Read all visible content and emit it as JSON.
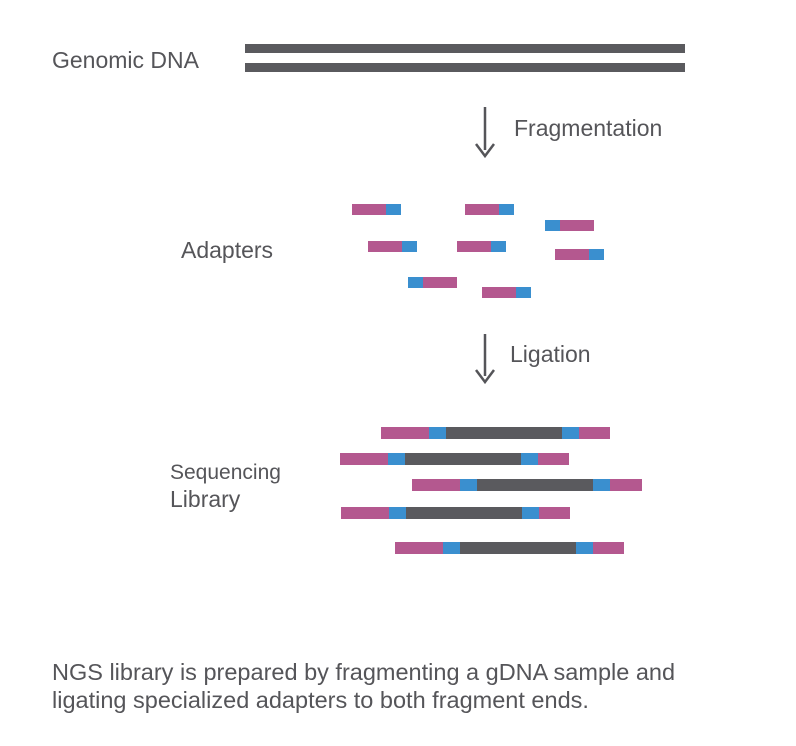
{
  "labels": {
    "genomic_dna": "Genomic DNA",
    "fragmentation": "Fragmentation",
    "adapters": "Adapters",
    "ligation": "Ligation",
    "sequencing_line1": "Sequencing",
    "sequencing_line2": "Library"
  },
  "caption": {
    "line1": "NGS library is prepared by fragmenting a gDNA sample and",
    "line2": "ligating specialized adapters to both fragment ends."
  },
  "colors": {
    "dna": "#5a5a5e",
    "adapter_magenta": "#b4588f",
    "adapter_blue": "#3a8fcf",
    "arrow": "#555559",
    "text": "#555559"
  }
}
